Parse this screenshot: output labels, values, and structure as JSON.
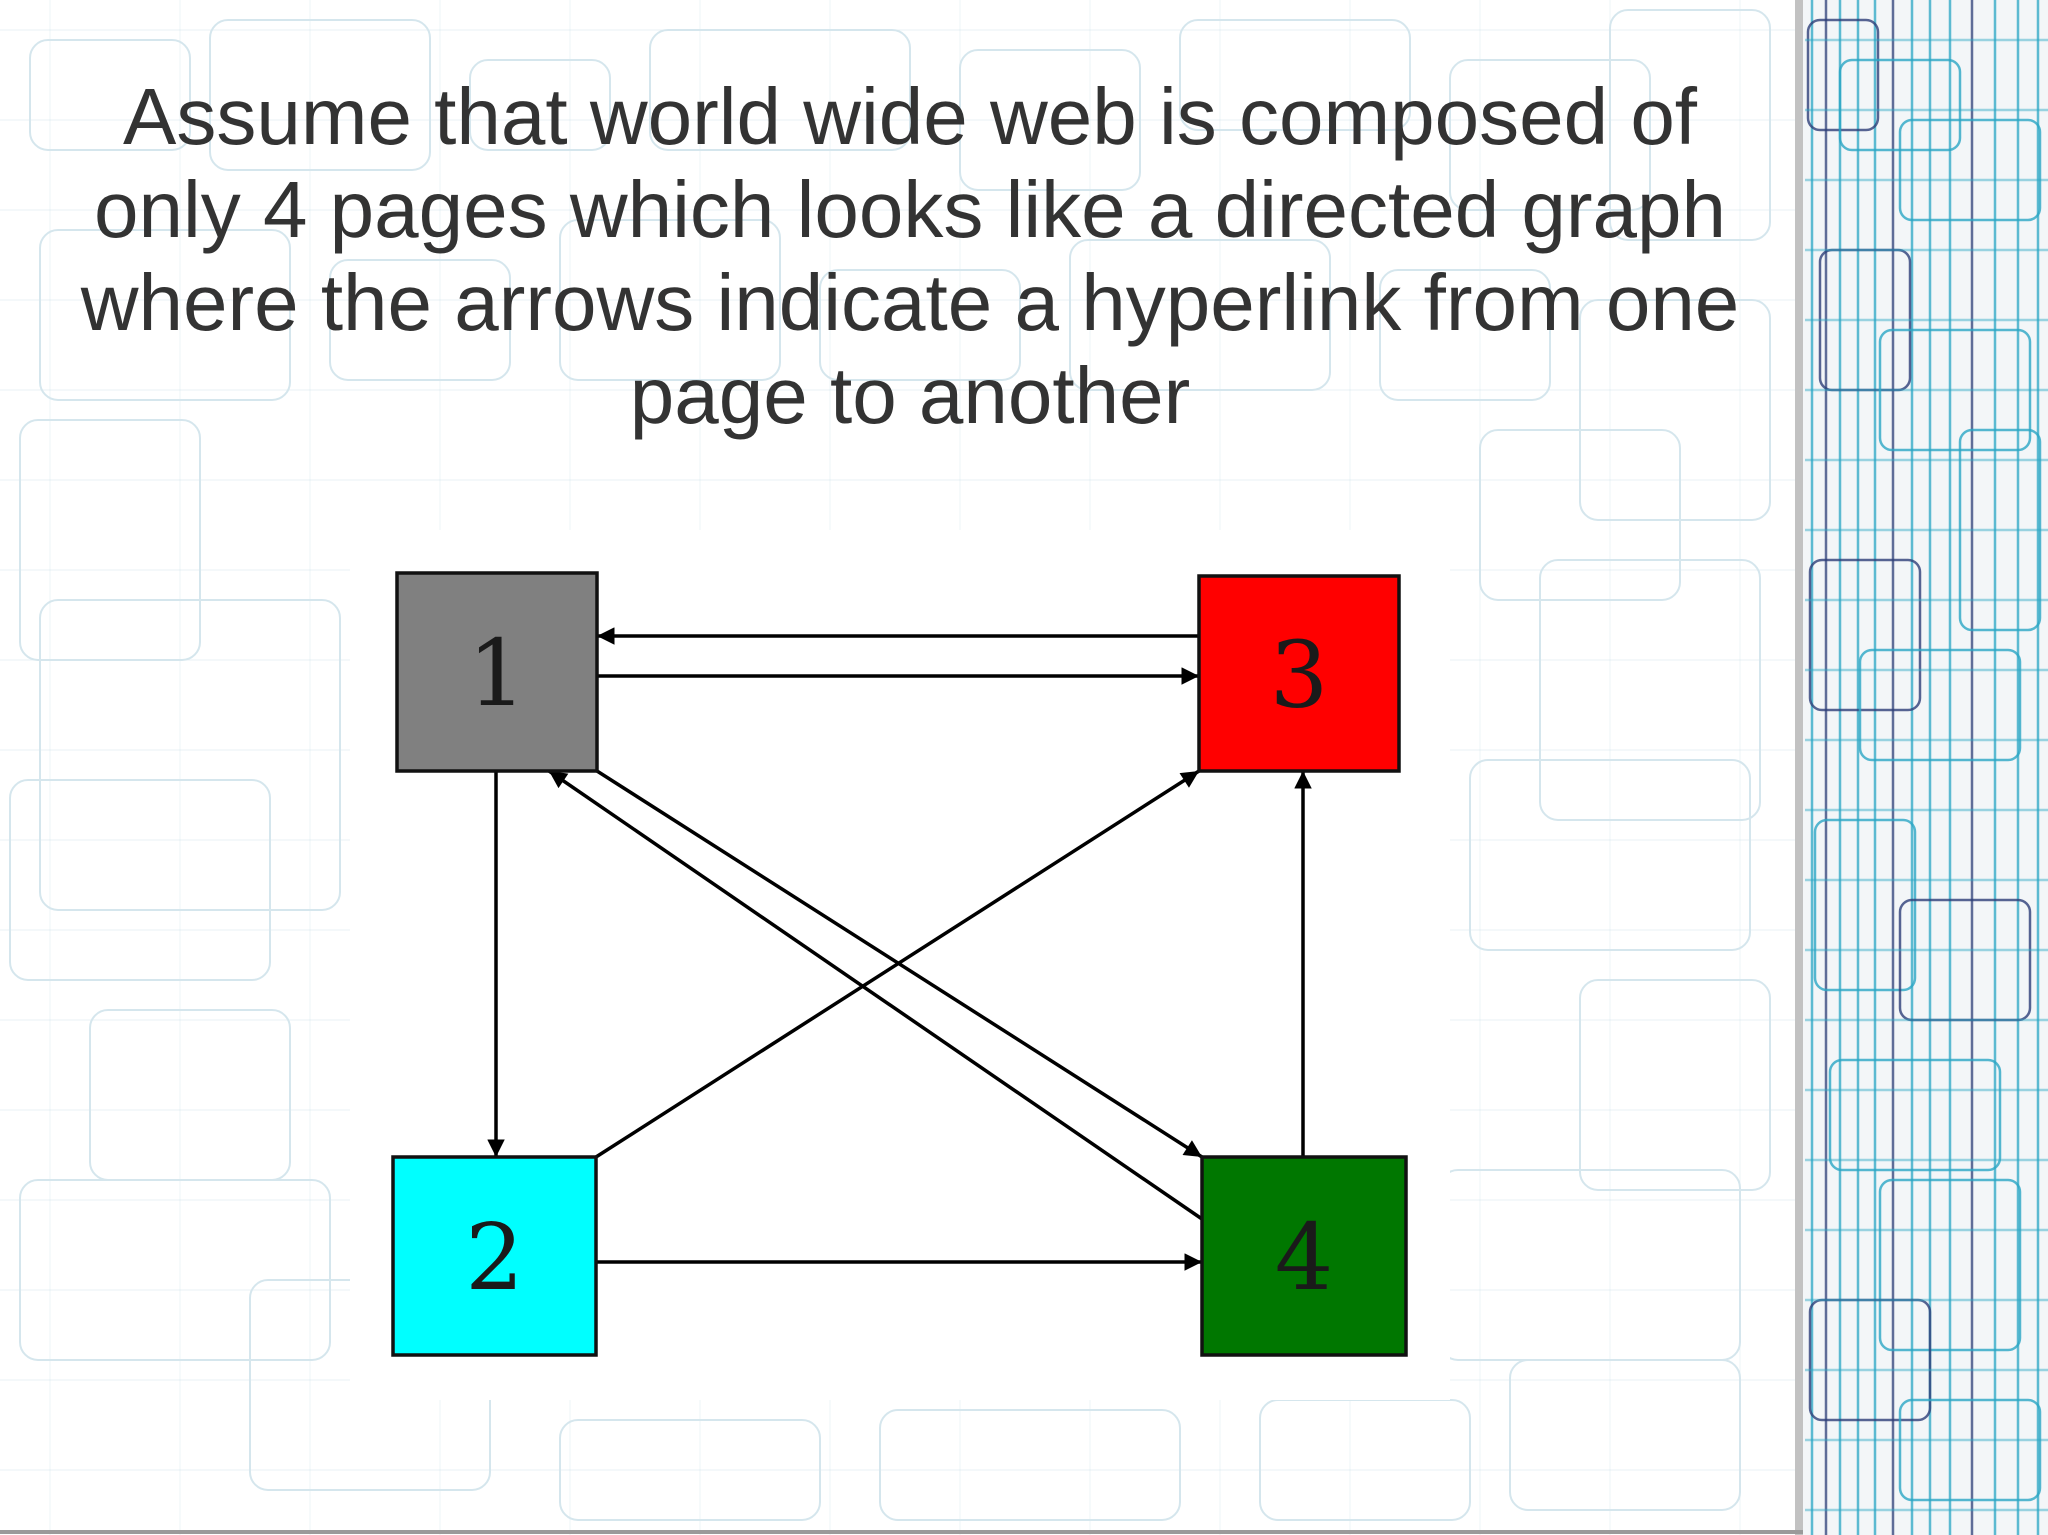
{
  "slide": {
    "title": "Assume that world wide web is composed of only 4 pages which looks like a directed graph where the arrows indicate a hyperlink from one page to another"
  },
  "graph": {
    "nodes": [
      {
        "id": "1",
        "label": "1",
        "color": "#808080"
      },
      {
        "id": "2",
        "label": "2",
        "color": "#00ffff"
      },
      {
        "id": "3",
        "label": "3",
        "color": "#ff0000"
      },
      {
        "id": "4",
        "label": "4",
        "color": "#007700"
      }
    ],
    "edges": [
      {
        "from": "1",
        "to": "2"
      },
      {
        "from": "1",
        "to": "3"
      },
      {
        "from": "1",
        "to": "4"
      },
      {
        "from": "2",
        "to": "3"
      },
      {
        "from": "2",
        "to": "4"
      },
      {
        "from": "3",
        "to": "1"
      },
      {
        "from": "4",
        "to": "1"
      },
      {
        "from": "4",
        "to": "3"
      }
    ]
  },
  "colors": {
    "title_text": "#333333",
    "edge": "#000000",
    "node_border": "#111111",
    "grid_light": "#d5e6ed",
    "side_teal": "#2aa6c4",
    "side_navy": "#2d3f78"
  }
}
